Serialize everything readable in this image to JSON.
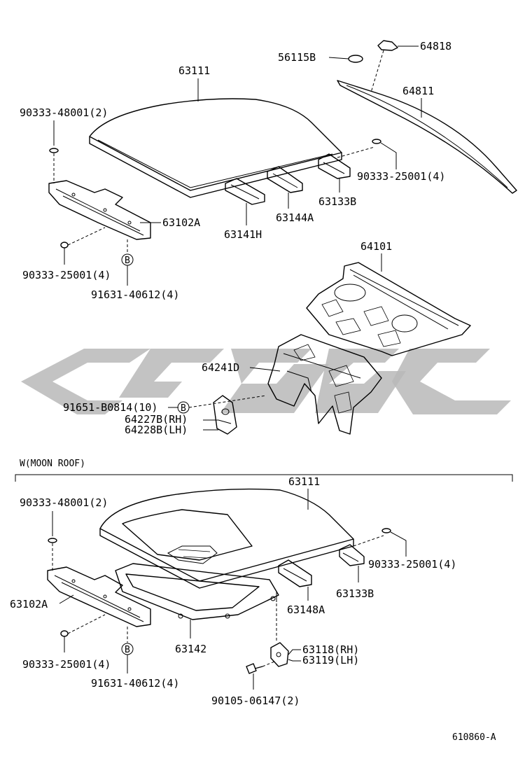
{
  "diagram": {
    "section_label": "W(MOON ROOF)",
    "figure_code": "610860-A",
    "circle_marker": "B",
    "upper_labels": {
      "p64818": "64818",
      "p56115B": "56115B",
      "p63111": "63111",
      "p64811": "64811",
      "p90333_48001": "90333-48001(2)",
      "p90333_25001_right": "90333-25001(4)",
      "p63133B": "63133B",
      "p63102A": "63102A",
      "p63144A": "63144A",
      "p63141H": "63141H",
      "p90333_25001_left": "90333-25001(4)",
      "p91631_40612": "91631-40612(4)",
      "p64101": "64101",
      "p64241D": "64241D",
      "p91651_B0814": "91651-B0814(10)",
      "p64227B": "64227B(RH)",
      "p64228B": "64228B(LH)"
    },
    "lower_labels": {
      "p63111": "63111",
      "p90333_48001": "90333-48001(2)",
      "p90333_25001_right": "90333-25001(4)",
      "p63133B": "63133B",
      "p63102A": "63102A",
      "p63148A": "63148A",
      "p63142": "63142",
      "p63118": "63118(RH)",
      "p63119": "63119(LH)",
      "p90333_25001_left": "90333-25001(4)",
      "p91631_40612": "91631-40612(4)",
      "p90105_06147": "90105-06147(2)"
    }
  }
}
